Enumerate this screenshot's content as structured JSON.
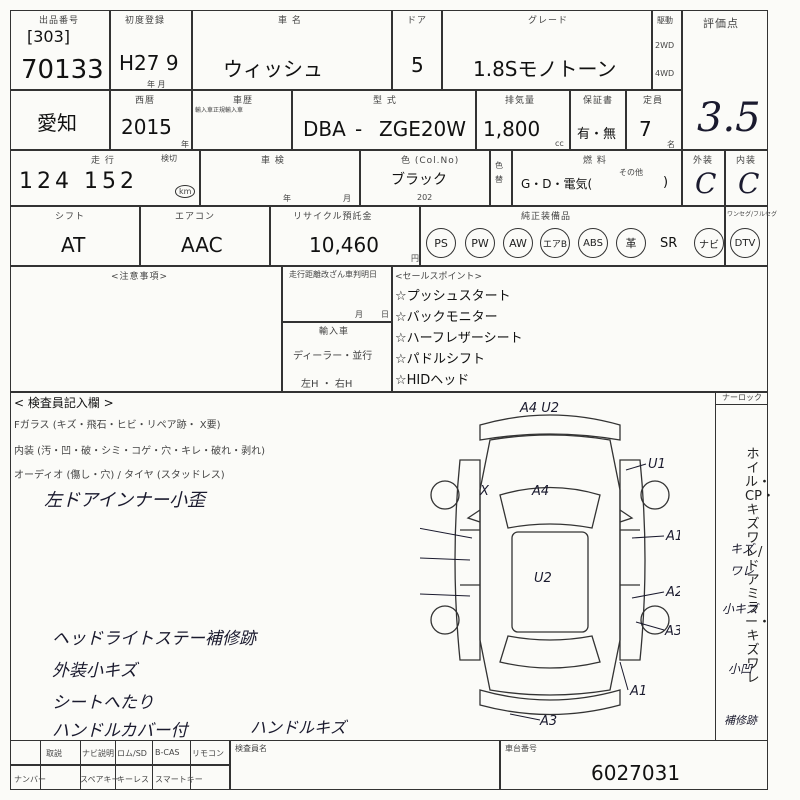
{
  "header": {
    "lot_label": "出品番号",
    "venue_code": "[303]",
    "lot_number": "70133",
    "first_reg_label": "初度登録",
    "first_reg": "H27 9",
    "year_month": "年 月",
    "car_name_label": "車 名",
    "car_name": "ウィッシュ",
    "doors_label": "ドア",
    "doors": "5",
    "grade_label": "グレード",
    "grade": "1.8Sモノトーン",
    "drive_label": "駆動",
    "drive_2wd": "2WD",
    "drive_4wd": "4WD",
    "score_label": "評価点",
    "score": "3.5"
  },
  "row2": {
    "region": "愛知",
    "year_label": "西暦",
    "year": "2015",
    "year_unit": "年",
    "import_label": "車歴",
    "import_sub": "輸入車正規輸入車",
    "model_label": "型 式",
    "model_prefix": "DBA",
    "model_dash": "-",
    "model": "ZGE20W",
    "displacement_label": "排気量",
    "displacement": "1,800",
    "cc": "cc",
    "warranty_label": "保証書",
    "warranty": "有・無",
    "capacity_label": "定員",
    "capacity": "7",
    "capacity_unit": "名"
  },
  "row3": {
    "mileage_label": "走 行",
    "mileage_sub": "検切",
    "mileage": "124 152",
    "km": "km",
    "inspection_label": "車 検",
    "year_unit": "年",
    "month_unit": "月",
    "color_label": "色 (Col.No)",
    "color": "ブラック",
    "color_no": "202",
    "color_change": "色替",
    "fuel_label": "燃 料",
    "fuel": "G・D・電気(",
    "fuel_other": "その他",
    "fuel_close": ")",
    "exterior_label": "外装",
    "exterior": "C",
    "interior_label": "内装",
    "interior": "C"
  },
  "row4": {
    "shift_label": "シフト",
    "shift": "AT",
    "ac_label": "エアコン",
    "ac": "AAC",
    "recycle_label": "リサイクル預託金",
    "recycle": "10,460",
    "yen": "円",
    "equip_label": "純正装備品",
    "equipment": [
      "PS",
      "PW",
      "AW",
      "エアB",
      "ABS",
      "革",
      "SR",
      "ナビ",
      "DTV"
    ],
    "dtv_label": "ワンセグ/フルセグ"
  },
  "notes": {
    "caution_label": "<注意事項>",
    "change_label": "走行距離改ざん車判明日",
    "month": "月",
    "day": "日",
    "import_label": "輸入車",
    "dealer": "ディーラー・並行",
    "handle": "左H ・ 右H",
    "sales_label": "<セールスポイント>",
    "sales_points": [
      "☆プッシュスタート",
      "☆バックモニター",
      "☆ハーフレザーシート",
      "☆パドルシフト",
      "☆HIDヘッド"
    ]
  },
  "inspector": {
    "title": "< 検査員記入欄 >",
    "glass": "Fガラス (キズ・飛石・ヒビ・リペア跡・ X要)",
    "interior_line": "内装 (汚・凹・破・シミ・コゲ・穴・キレ・破れ・剥れ)",
    "audio": "オーディオ (傷し・穴) / タイヤ (スタッドレス)",
    "hand_notes": [
      "左ドアインナー小歪",
      "ヘッドライトステー補修跡",
      "外装小キズ",
      "シートへたり",
      "ハンドルカバー付",
      "ハンドルキズ"
    ]
  },
  "diagram": {
    "marks": [
      "A4 U2",
      "A4",
      "U2",
      "A1",
      "A1",
      "A1",
      "A2",
      "A2",
      "A3",
      "A1",
      "A3",
      "U1",
      "X",
      "A1"
    ],
    "side_label": "ホイル・CP・キズワレ/ドアミラー・キズワレ",
    "side_top": "ナーロック",
    "side_marks": [
      "キズ",
      "ワレ",
      "小キズ",
      "小凹",
      "補修跡"
    ]
  },
  "footer": {
    "items_row1": [
      "取説",
      "ナビ説明",
      "ロム/SD",
      "B-CAS",
      "リモコン"
    ],
    "items_row2": [
      "ナンバー",
      "スペアキー",
      "キーレス",
      "スマートキー"
    ],
    "checker_label": "検査員名",
    "auction_label": "車台番号",
    "chassis_no": "6027031"
  }
}
